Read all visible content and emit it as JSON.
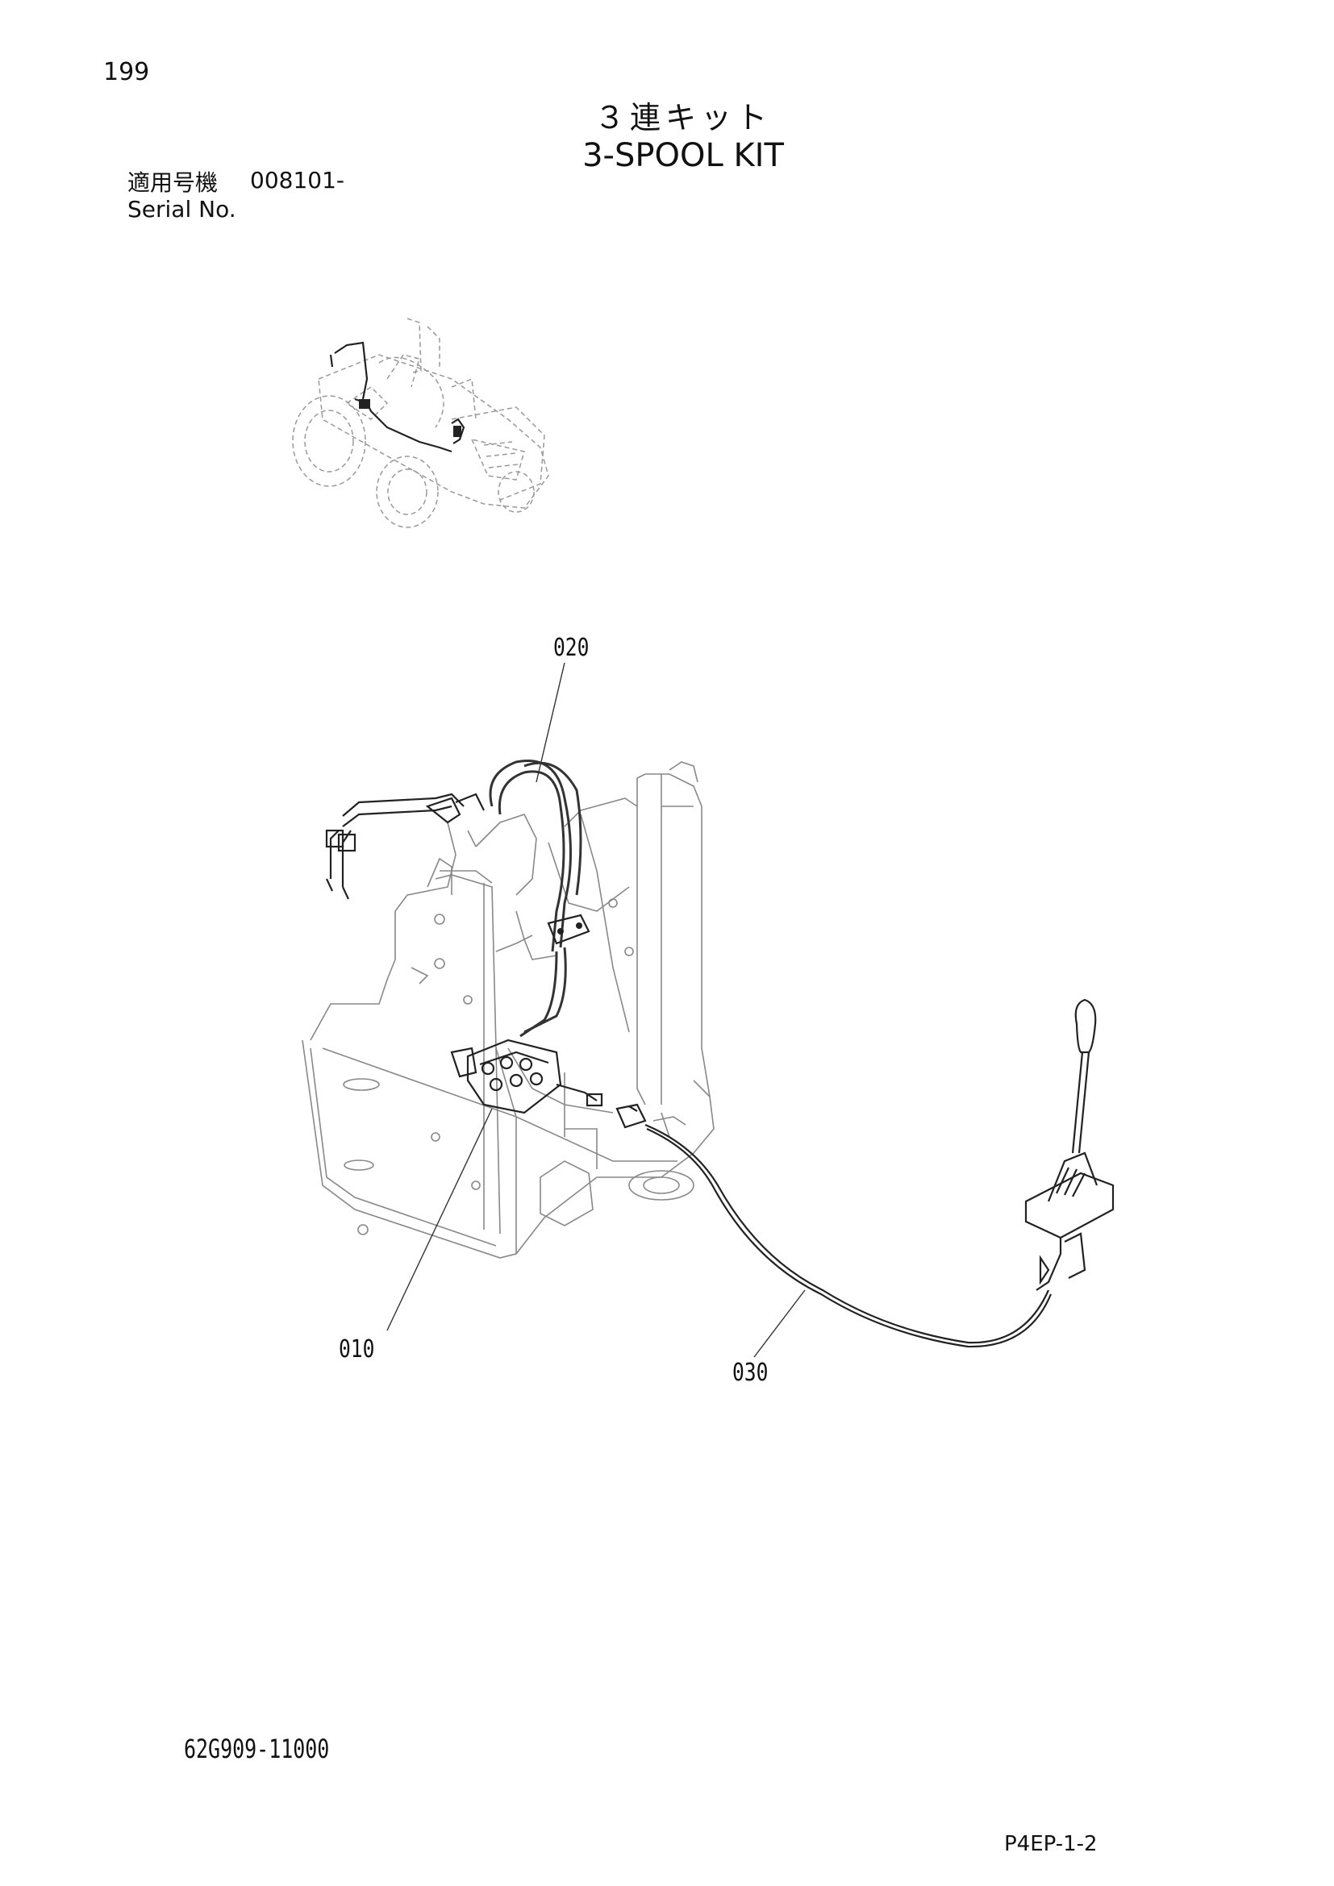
{
  "page": {
    "number": "199",
    "title_jp": "３連キット",
    "title_en": "3-SPOOL KIT",
    "serial_label_jp": "適用号機",
    "serial_label_en": "Serial No.",
    "serial_value": "008101-",
    "part_number": "62G909-11000",
    "page_code": "P4EP-1-2"
  },
  "callouts": [
    {
      "id": "020",
      "label": "020"
    },
    {
      "id": "010",
      "label": "010"
    },
    {
      "id": "030",
      "label": "030"
    }
  ]
}
